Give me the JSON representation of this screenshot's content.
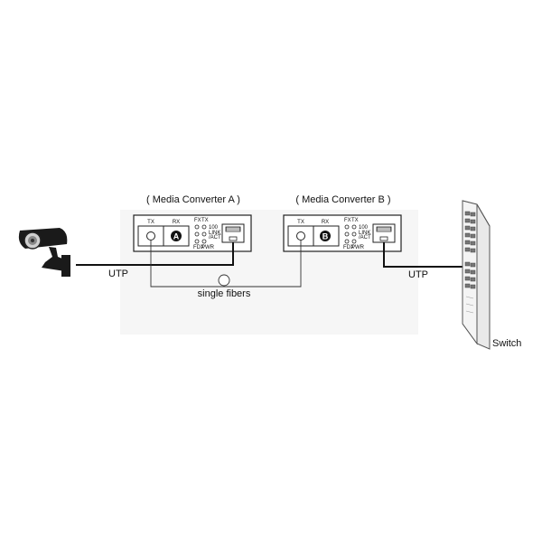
{
  "diagram": {
    "converter_a": {
      "title": "( Media Converter A )",
      "port_tx": "TX",
      "port_rx": "RX",
      "badge": "A",
      "led_labels": [
        "FX",
        "TX",
        "100",
        "LINK",
        "/ACT",
        "FDX",
        "PWR"
      ]
    },
    "converter_b": {
      "title": "( Media Converter B )",
      "port_tx": "TX",
      "port_rx": "RX",
      "badge": "B",
      "led_labels": [
        "FX",
        "TX",
        "100",
        "LINK",
        "/ACT",
        "FDX",
        "PWR"
      ]
    },
    "labels": {
      "utp_left": "UTP",
      "utp_right": "UTP",
      "fibers": "single fibers",
      "switch": "Switch"
    }
  }
}
